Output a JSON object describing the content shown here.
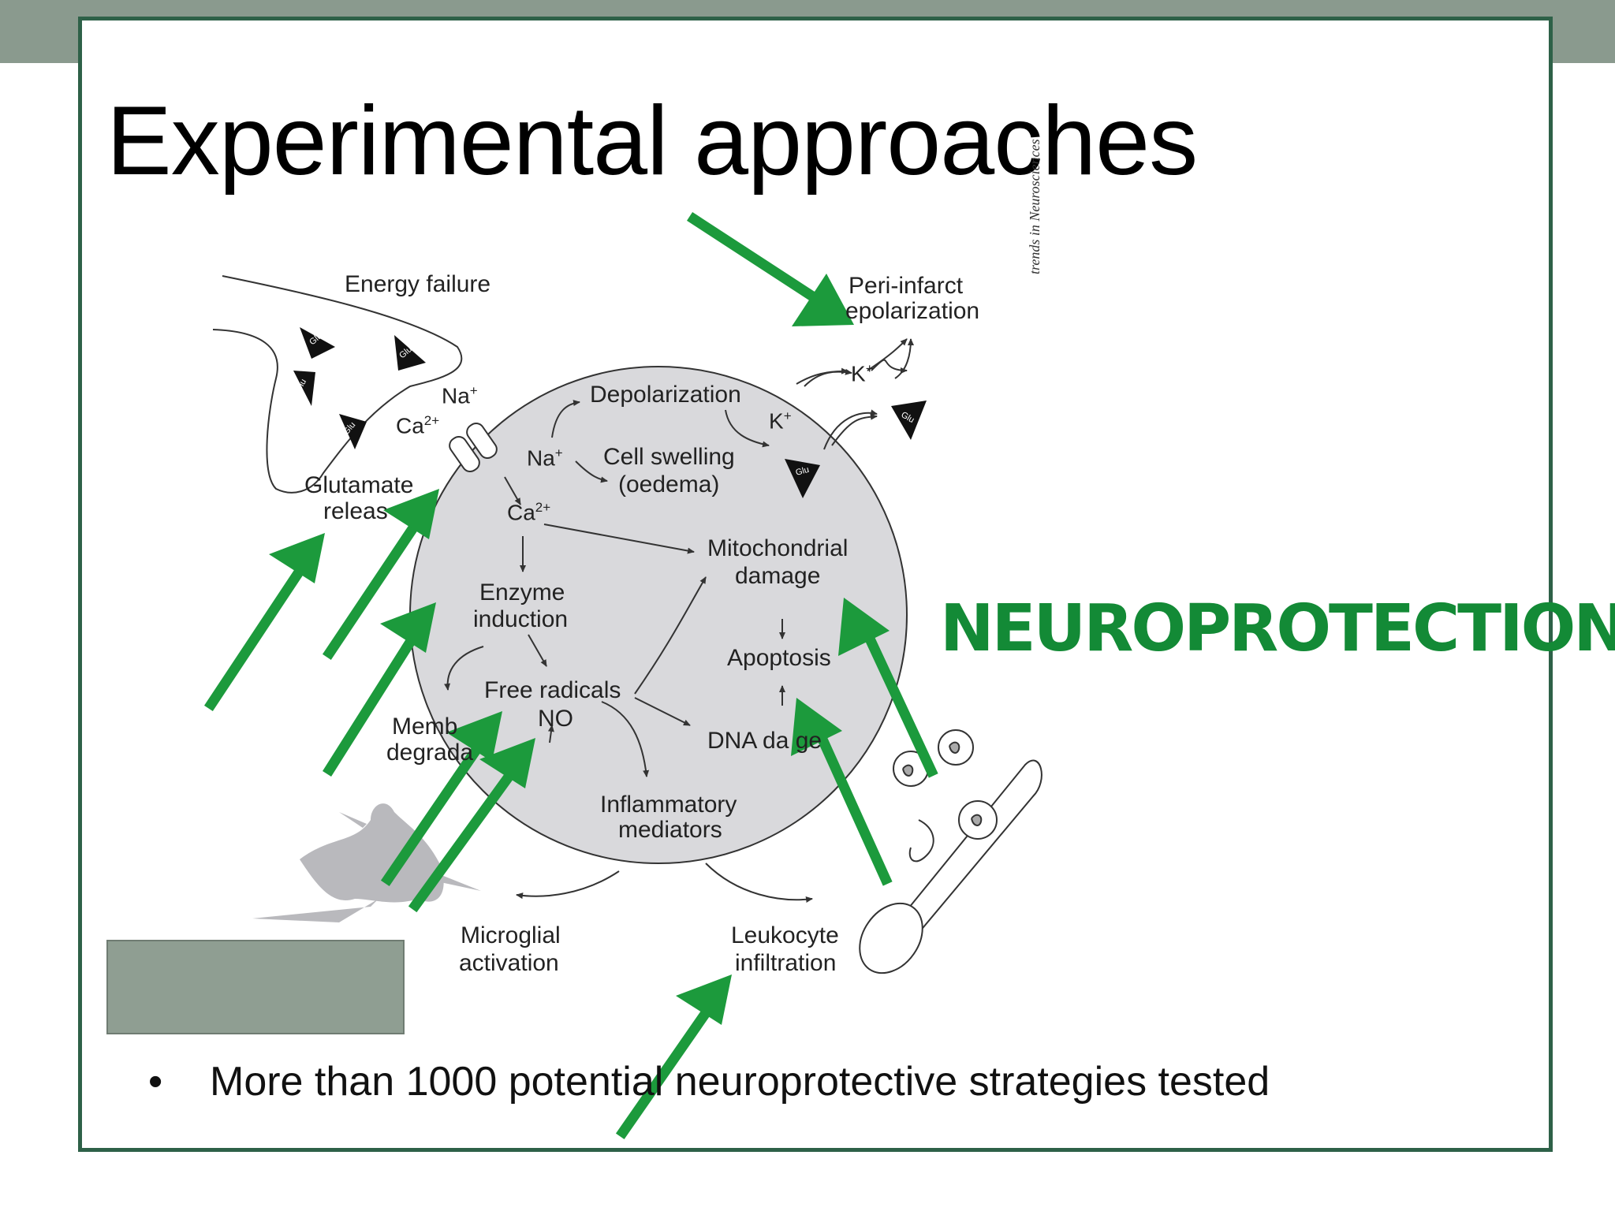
{
  "slide": {
    "title": "Experimental approaches",
    "bullet": "More than 1000 potential neuroprotective strategies tested",
    "callout": "NEUROPROTECTION",
    "source": "trends in Neurosciences"
  },
  "diagram": {
    "labels": {
      "energy_failure": "Energy failure",
      "peri_infarct_1": "Peri-infarct",
      "peri_infarct_2": "epolarization",
      "glutamate_1": "Glutamate",
      "glutamate_2": "releas",
      "depolarization": "Depolarization",
      "cell_swelling_1": "Cell swelling",
      "cell_swelling_2": "(oedema)",
      "mito_1": "Mitochondrial",
      "mito_2": "damage",
      "enzyme_1": "Enzyme",
      "enzyme_2": "induction",
      "apoptosis": "Apoptosis",
      "free_radicals": "Free radicals",
      "no": "NO",
      "membrane_1": "Memb",
      "membrane_2": "degrada",
      "dna": "DNA da  ge",
      "inflammatory_1": "Inflammatory",
      "inflammatory_2": "mediators",
      "microglial_1": "Microglial",
      "microglial_2": "activation",
      "leukocyte_1": "Leukocyte",
      "leukocyte_2": "infiltration"
    },
    "ions": {
      "na": "Na",
      "ca": "Ca",
      "k": "K",
      "plus": "+",
      "two_plus": "2+"
    },
    "glu_label": "Glu"
  },
  "colors": {
    "frame": "#2e6148",
    "topbar": "#8a9a8e",
    "arrow": "#1c9a3c",
    "callout": "#138a36",
    "cell": "#d9d9dc",
    "box": "#8f9e92"
  }
}
